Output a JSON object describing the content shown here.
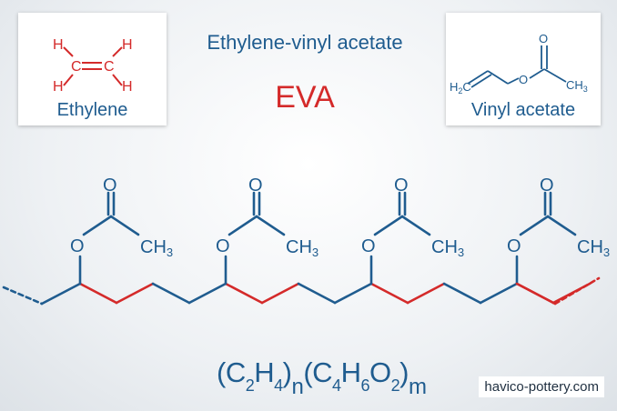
{
  "title": "Ethylene-vinyl acetate",
  "abbreviation": "EVA",
  "ethylene_card": {
    "caption": "Ethylene",
    "atom_h": "H",
    "atom_c": "C"
  },
  "vinyl_card": {
    "caption": "Vinyl acetate",
    "atom_o": "O",
    "group_ch3": "CH",
    "sub_3": "3",
    "group_h2c": "H",
    "sub_2": "2",
    "group_h2c_c": "C"
  },
  "chain": {
    "atom_o": "O",
    "group_ch3": "CH",
    "sub_3": "3",
    "repeat_count": 4
  },
  "formula": {
    "c": "C",
    "h": "H",
    "o": "O",
    "n1": "2",
    "n2": "4",
    "n3": "4",
    "n4": "6",
    "n5": "2",
    "idx_n": "n",
    "idx_m": "m"
  },
  "website": "havico-pottery.com",
  "colors": {
    "blue": "#1f5c8f",
    "red": "#d42a2a"
  }
}
